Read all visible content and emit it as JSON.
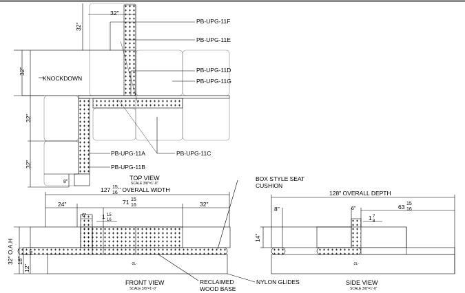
{
  "views": {
    "top": {
      "title": "TOP VIEW",
      "scale": "SCALE 3/8\"=1'-0\""
    },
    "front": {
      "title": "FRONT VIEW",
      "scale": "SCALE 3/8\"=1'-0\""
    },
    "side": {
      "title": "SIDE VIEW",
      "scale": "SCALE 3/8\"=1'-0\""
    }
  },
  "callouts": {
    "knockdown": "KNOCKDOWN",
    "p11f": "PB-UPG-11F",
    "p11e": "PB-UPG-11E",
    "p11d": "PB-UPG-11D",
    "p11g": "PB-UPG-11G",
    "p11c": "PB-UPG-11C",
    "p11a": "PB-UPG-11A",
    "p11b": "PB-UPG-11B",
    "seat_line1": "BOX STYLE SEAT",
    "seat_line2": "CUSHION",
    "wood_line1": "RECLAIMED",
    "wood_line2": "WOOD BASE",
    "glides": "NYLON GLIDES",
    "base_mark": "-2L-"
  },
  "dims": {
    "top_32_h": "32\"",
    "top_32_v1": "32\"",
    "top_32_v2": "32\"",
    "top_32_v3": "32\"",
    "top_32_v4": "32\"",
    "top_8": "8\"",
    "overall_width_whole": "127",
    "overall_width_num": "15",
    "overall_width_den": "16",
    "overall_width_label": "\" OVERALL WIDTH",
    "f_24": "24\"",
    "f_71_whole": "71",
    "f_71_num": "15",
    "f_71_den": "16",
    "f_32": "32\"",
    "f_6": "6\"",
    "f_1_whole": "1",
    "f_1_num": "15",
    "f_1_den": "16",
    "f_oah": "32\" O.A.H",
    "f_18": "18\"",
    "f_12": "12\"",
    "f_6v": "6\"",
    "overall_depth": "128\" OVERALL DEPTH",
    "s_8": "8\"",
    "s_6": "6\"",
    "s_63_whole": "63",
    "s_63_num": "15",
    "s_63_den": "16",
    "s_1_whole": "1",
    "s_1_num": "7",
    "s_1_den": "8",
    "s_14": "14\""
  }
}
